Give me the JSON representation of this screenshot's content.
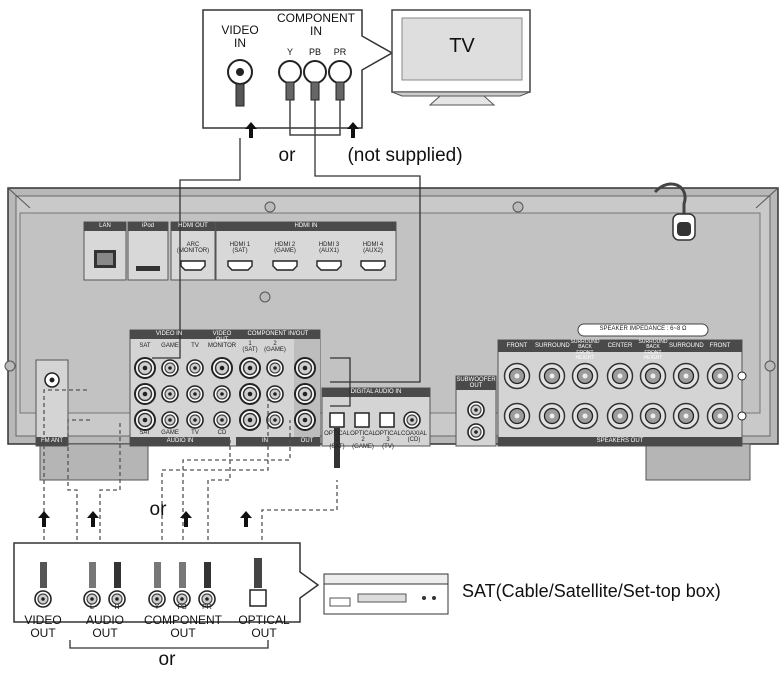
{
  "tv": {
    "screen_label": "TV",
    "video_in": "VIDEO\nIN",
    "component_in": "COMPONENT\nIN",
    "jacks": [
      "Y",
      "PB",
      "PR"
    ]
  },
  "connectors": {
    "or_top": "or",
    "not_supplied": "(not supplied)",
    "or_mid": "or",
    "or_bottom": "or"
  },
  "receiver": {
    "top_sections": [
      "LAN",
      "iPod",
      "HDMI OUT",
      "HDMI IN"
    ],
    "hdmi_out": "ARC\n(MONITOR)",
    "hdmi_in": [
      "HDMI 1\n(SAT)",
      "HDMI 2\n(GAME)",
      "HDMI 3\n(AUX1)",
      "HDMI 4\n(AUX2)"
    ],
    "video_in_header": "VIDEO IN",
    "video_out_header": "VIDEO OUT",
    "component_header": "COMPONENT IN/OUT",
    "video_cols": [
      "SAT",
      "GAME",
      "TV",
      "MONITOR"
    ],
    "component_cols": [
      "1\n(SAT)",
      "2\n(GAME)"
    ],
    "audio_in_cols": [
      "SAT",
      "GAME",
      "TV",
      "CD"
    ],
    "audio_in_footer": "AUDIO IN",
    "in_footer": "IN",
    "out_footer": "OUT",
    "fm_ant": "FM ANT",
    "digital_audio_header": "DIGITAL AUDIO IN",
    "digital_audio": [
      "OPTICAL 1\n(SAT)",
      "OPTICAL 2\n(GAME)",
      "OPTICAL 3\n(TV)",
      "COAXIAL\n(CD)"
    ],
    "subwoofer": "SUBWOOFER\nOUT",
    "speaker_impedance": "SPEAKER  IMPEDANCE : 6~8 Ω",
    "speaker_cols": [
      "FRONT",
      "SURROUND",
      "SURROUND BACK\nFRONT HEIGHT",
      "CENTER",
      "SURROUND BACK\nFRONT HEIGHT",
      "SURROUND",
      "FRONT"
    ],
    "speakers_out": "SPEAKERS OUT"
  },
  "source": {
    "device_label": "SAT(Cable/Satellite/Set-top box)",
    "video_out": "VIDEO\nOUT",
    "audio_out": "AUDIO\nOUT",
    "audio_lr": [
      "L",
      "R"
    ],
    "component_out": "COMPONENT\nOUT",
    "component_jacks": [
      "Y",
      "PB",
      "PR"
    ],
    "optical_out": "OPTICAL\nOUT"
  },
  "colors": {
    "panel": "#c9c9c9",
    "panel_dark": "#9a9a9a",
    "header_fill": "#4a4a4a",
    "line": "#222222"
  }
}
